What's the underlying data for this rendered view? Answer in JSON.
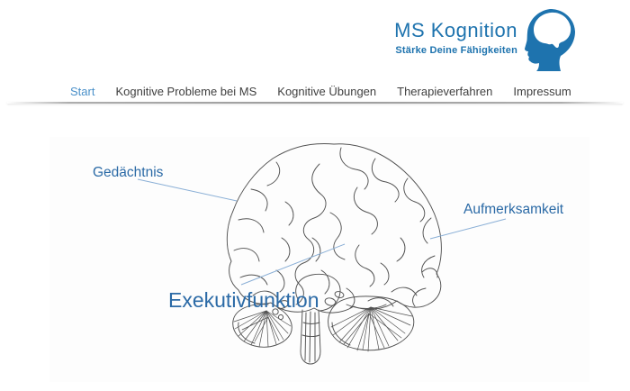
{
  "logo": {
    "title": "MS Kognition",
    "tagline": "Stärke Deine Fähigkeiten"
  },
  "nav": {
    "items": [
      {
        "label": "Start",
        "active": true
      },
      {
        "label": "Kognitive Probleme bei MS",
        "active": false
      },
      {
        "label": "Kognitive Übungen",
        "active": false
      },
      {
        "label": "Therapieverfahren",
        "active": false
      },
      {
        "label": "Impressum",
        "active": false
      }
    ]
  },
  "diagram": {
    "labels": {
      "memory": "Gedächtnis",
      "attention": "Aufmerksamkeit",
      "executive": "Exekutivfunktion"
    }
  },
  "colors": {
    "brand_blue": "#1e73ae",
    "nav_active_blue": "#4a90c9",
    "nav_text": "#3f3f3f",
    "label_blue": "#2b6aa6",
    "leader_line_blue": "#8aafd6",
    "drawing_stroke": "#525252"
  }
}
